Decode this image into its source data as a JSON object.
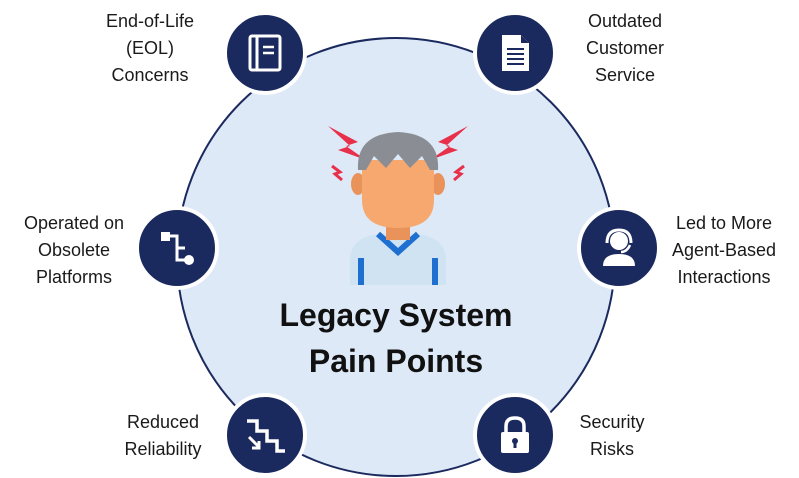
{
  "title": {
    "line1": "Legacy System",
    "line2": "Pain Points"
  },
  "items": [
    {
      "id": "eol",
      "icon": "book-icon",
      "lines": [
        "End-of-Life",
        "(EOL)",
        "Concerns"
      ]
    },
    {
      "id": "outdated",
      "icon": "document-icon",
      "lines": [
        "Outdated",
        "Customer",
        "Service"
      ]
    },
    {
      "id": "obsolete",
      "icon": "flow-connector-icon",
      "lines": [
        "Operated on",
        "Obsolete",
        "Platforms"
      ]
    },
    {
      "id": "agent",
      "icon": "headset-agent-icon",
      "lines": [
        "Led to More",
        "Agent-Based",
        "Interactions"
      ]
    },
    {
      "id": "reliability",
      "icon": "stairs-down-icon",
      "lines": [
        "Reduced",
        "Reliability"
      ]
    },
    {
      "id": "security",
      "icon": "padlock-icon",
      "lines": [
        "Security",
        "Risks"
      ]
    }
  ],
  "colors": {
    "node": "#1b2a5e",
    "circle_fill": "#dde9f7",
    "lightning": "#e8304a",
    "skin": "#f7a86e",
    "hair": "#8a8d93",
    "shirt": "#cfe3f3"
  }
}
